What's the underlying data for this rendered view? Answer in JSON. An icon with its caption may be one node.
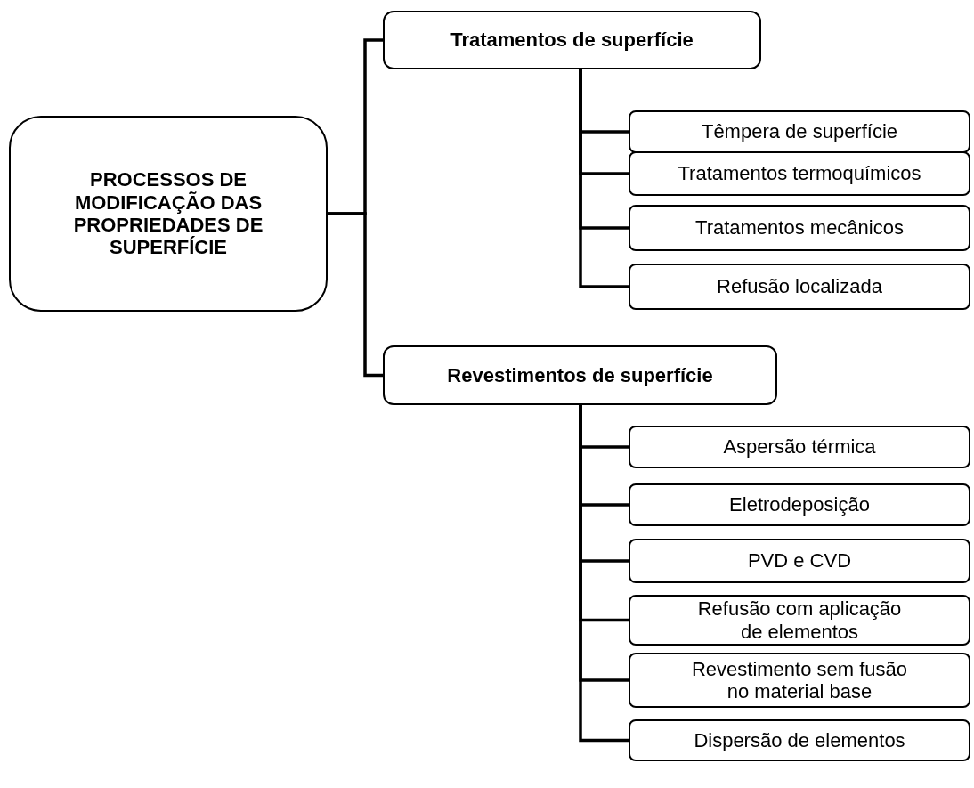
{
  "diagram": {
    "nodes": [
      {
        "text": [
          "PROCESSOS DE MODIFICAÇÃO DAS PROPRIEDADES DE SUPERFÍCIE"
        ]
      },
      {
        "text": [
          "Tratamentos de superfície"
        ]
      },
      {
        "text": [
          "Têmpera de superfície"
        ]
      },
      {
        "text": [
          "Tratamentos termoquímicos"
        ]
      },
      {
        "text": [
          "Tratamentos mecânicos"
        ]
      },
      {
        "text": [
          "Refusão localizada"
        ]
      },
      {
        "text": [
          "Revestimentos de superfície"
        ]
      },
      {
        "text": [
          "Aspersão térmica"
        ]
      },
      {
        "text": [
          "Eletrodeposição"
        ]
      },
      {
        "text": [
          "PVD e CVD"
        ]
      },
      {
        "text": [
          "Refusão com aplicação de elementos"
        ]
      },
      {
        "text": [
          "Revestimento sem fusão no material base"
        ]
      },
      {
        "text": [
          "Dispersão de elementos"
        ]
      }
    ],
    "edges": [
      {
        "from": 0,
        "to": 1,
        "arrow": "none"
      },
      {
        "from": 0,
        "to": 6,
        "arrow": "none"
      },
      {
        "from": 1,
        "to": 2,
        "arrow": "none"
      },
      {
        "from": 1,
        "to": 3,
        "arrow": "none"
      },
      {
        "from": 1,
        "to": 4,
        "arrow": "none"
      },
      {
        "from": 1,
        "to": 5,
        "arrow": "none"
      },
      {
        "from": 6,
        "to": 7,
        "arrow": "none"
      },
      {
        "from": 6,
        "to": 8,
        "arrow": "none"
      },
      {
        "from": 6,
        "to": 9,
        "arrow": "none"
      },
      {
        "from": 6,
        "to": 10,
        "arrow": "none"
      },
      {
        "from": 6,
        "to": 11,
        "arrow": "none"
      },
      {
        "from": 6,
        "to": 12,
        "arrow": "none"
      }
    ]
  }
}
